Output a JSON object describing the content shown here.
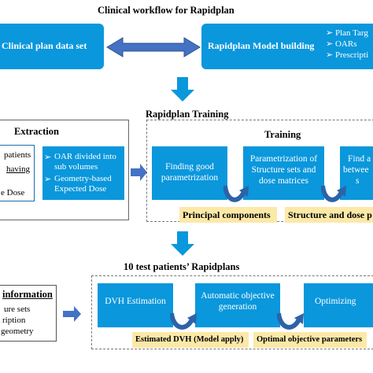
{
  "section1": {
    "title": "Clinical workflow for  Rapidplan",
    "left_box": "Clinical plan data set",
    "right_box": "Rapidplan Model building",
    "right_list": [
      "Plan Targ",
      "OARs",
      "Prescripti"
    ]
  },
  "section2": {
    "title": "Rapidplan Training",
    "extraction_title": "Extraction",
    "extraction_left_lines": [
      "patients",
      "having",
      "",
      "e Dose"
    ],
    "extraction_box_items": [
      [
        "OAR divided into",
        "sub volumes"
      ],
      [
        "Geometry-based",
        "Expected Dose"
      ]
    ],
    "training_title": "Training",
    "box1": [
      "Finding good",
      "parametrization"
    ],
    "box2": [
      "Parametrization of",
      "Structure sets and",
      "dose matrices"
    ],
    "box3": [
      "Find a",
      "betwee",
      "s"
    ],
    "label1": "Principal  components",
    "label2": "Structure  and dose p"
  },
  "section3": {
    "title": "10 test patients’ Rapidplans",
    "info_title": "information",
    "info_lines": [
      "ure sets",
      "ription",
      "geometry"
    ],
    "box1": "DVH Estimation",
    "box2": [
      "Automatic objective",
      "generation"
    ],
    "box3": "Optimizing",
    "label1": "Estimated DVH (Model apply)",
    "label2": "Optimal objective parameters"
  }
}
